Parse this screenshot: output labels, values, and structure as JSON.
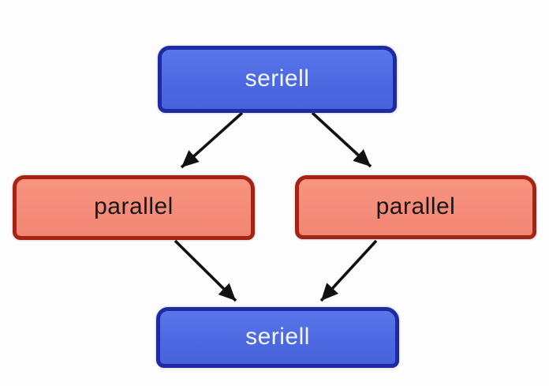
{
  "diagram": {
    "nodes": [
      {
        "id": "seriell-top",
        "label": "seriell",
        "kind": "serial",
        "fill": "#4c69e2",
        "border": "#1d2ba2",
        "text_color": "#f3f6ff"
      },
      {
        "id": "parallel-left",
        "label": "parallel",
        "kind": "parallel",
        "fill": "#f58b7a",
        "border": "#a32413",
        "text_color": "#161616"
      },
      {
        "id": "parallel-right",
        "label": "parallel",
        "kind": "parallel",
        "fill": "#f58b7a",
        "border": "#a32413",
        "text_color": "#161616"
      },
      {
        "id": "seriell-bottom",
        "label": "seriell",
        "kind": "serial",
        "fill": "#4c69e2",
        "border": "#1d2ba2",
        "text_color": "#f3f6ff"
      }
    ],
    "edges": [
      {
        "from": "seriell-top",
        "to": "parallel-left"
      },
      {
        "from": "seriell-top",
        "to": "parallel-right"
      },
      {
        "from": "parallel-left",
        "to": "seriell-bottom"
      },
      {
        "from": "parallel-right",
        "to": "seriell-bottom"
      }
    ],
    "arrow_color": "#111111",
    "background": "#fdfdfd"
  }
}
